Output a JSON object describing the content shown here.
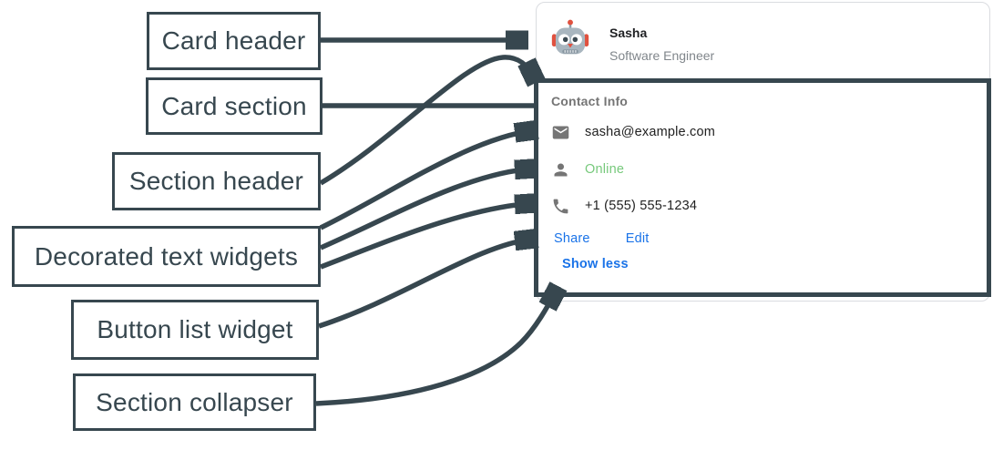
{
  "annotations": [
    {
      "text": "Card header"
    },
    {
      "text": "Card section"
    },
    {
      "text": "Section header"
    },
    {
      "text": "Decorated text widgets"
    },
    {
      "text": "Button list widget"
    },
    {
      "text": "Section collapser"
    }
  ],
  "card": {
    "header": {
      "avatar_icon": "robot-icon",
      "title": "Sasha",
      "subtitle": "Software Engineer"
    },
    "section": {
      "header": "Contact Info",
      "rows": [
        {
          "icon": "mail-icon",
          "text": "sasha@example.com"
        },
        {
          "icon": "person-icon",
          "text": "Online"
        },
        {
          "icon": "phone-icon",
          "text": "+1 (555) 555-1234"
        }
      ],
      "buttons": [
        {
          "label": "Share"
        },
        {
          "label": "Edit"
        }
      ],
      "collapser_label": "Show less"
    }
  },
  "colors": {
    "annotation_slate": "#37474F",
    "link_blue": "#1a73e8",
    "status_green": "#77c97c",
    "section_header_gray": "#757575",
    "subtitle_gray": "#80868b",
    "text_dark": "#212121",
    "card_border_gray": "#dadce0",
    "avatar_red": "#e0513f",
    "avatar_gray": "#a9b6bf"
  }
}
